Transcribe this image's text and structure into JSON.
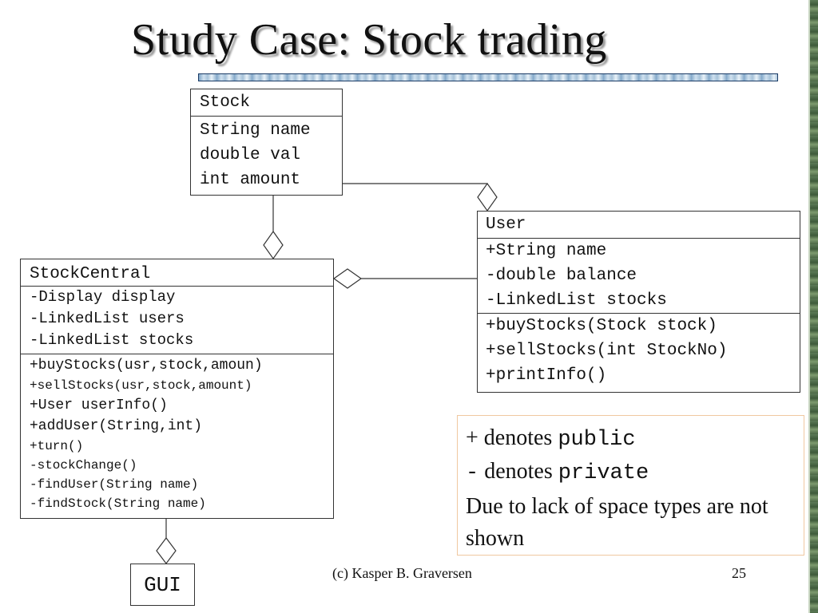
{
  "slide": {
    "title": "Study Case:  Stock trading",
    "footer_author": "(c) Kasper B. Graversen",
    "page_number": "25"
  },
  "classes": {
    "stock": {
      "name": "Stock",
      "attributes": [
        "String name",
        "double val",
        "int amount"
      ]
    },
    "user": {
      "name": "User",
      "attributes": [
        "+String name",
        "-double balance",
        "-LinkedList stocks"
      ],
      "methods": [
        "+buyStocks(Stock stock)",
        "+sellStocks(int StockNo)",
        "+printInfo()"
      ]
    },
    "stock_central": {
      "name": "StockCentral",
      "attributes": [
        "-Display display",
        "-LinkedList users",
        "-LinkedList stocks"
      ],
      "methods": [
        "+buyStocks(usr,stock,amoun)",
        "+sellStocks(usr,stock,amount)",
        "+User userInfo()",
        "+addUser(String,int)",
        "+turn()",
        "-stockChange()",
        "-findUser(String name)",
        "-findStock(String name)"
      ]
    },
    "gui": {
      "name": "GUI"
    }
  },
  "legend": {
    "plus_symbol": "+",
    "plus_text": "denotes",
    "plus_keyword": "public",
    "minus_symbol": "-",
    "minus_text": "denotes",
    "minus_keyword": "private",
    "note": "Due to lack of space types are not shown"
  }
}
